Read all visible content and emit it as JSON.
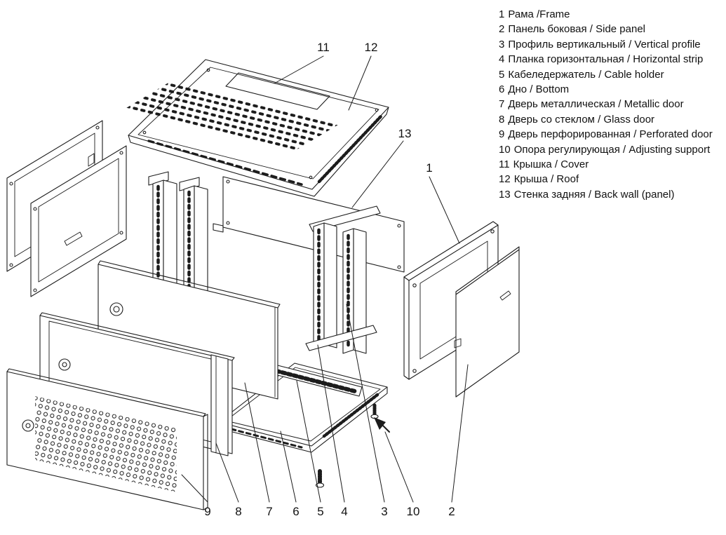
{
  "legend": {
    "items": [
      {
        "num": "1",
        "label": "Рама /Frame"
      },
      {
        "num": "2",
        "label": "Панель боковая / Side panel"
      },
      {
        "num": "3",
        "label": "Профиль вертикальный / Vertical profile"
      },
      {
        "num": "4",
        "label": "Планка горизонтальная / Horizontal strip"
      },
      {
        "num": "5",
        "label": "Кабеледержатель / Cable holder"
      },
      {
        "num": "6",
        "label": "Дно / Bottom"
      },
      {
        "num": "7",
        "label": "Дверь металлическая / Metallic door"
      },
      {
        "num": "8",
        "label": "Дверь со стеклом / Glass door"
      },
      {
        "num": "9",
        "label": "Дверь перфорированная / Perforated door"
      },
      {
        "num": "10",
        "label": "Опора регулирующая / Adjusting support"
      },
      {
        "num": "11",
        "label": "Крышка / Cover"
      },
      {
        "num": "12",
        "label": "Крыша / Roof"
      },
      {
        "num": "13",
        "label": "Стенка задняя / Back wall (panel)"
      }
    ]
  },
  "callouts": [
    "11",
    "12",
    "13",
    "1",
    "9",
    "8",
    "7",
    "6",
    "5",
    "4",
    "3",
    "10",
    "2"
  ],
  "colors": {
    "line": "#1c1c1c",
    "background": "#ffffff",
    "text": "#111111"
  }
}
